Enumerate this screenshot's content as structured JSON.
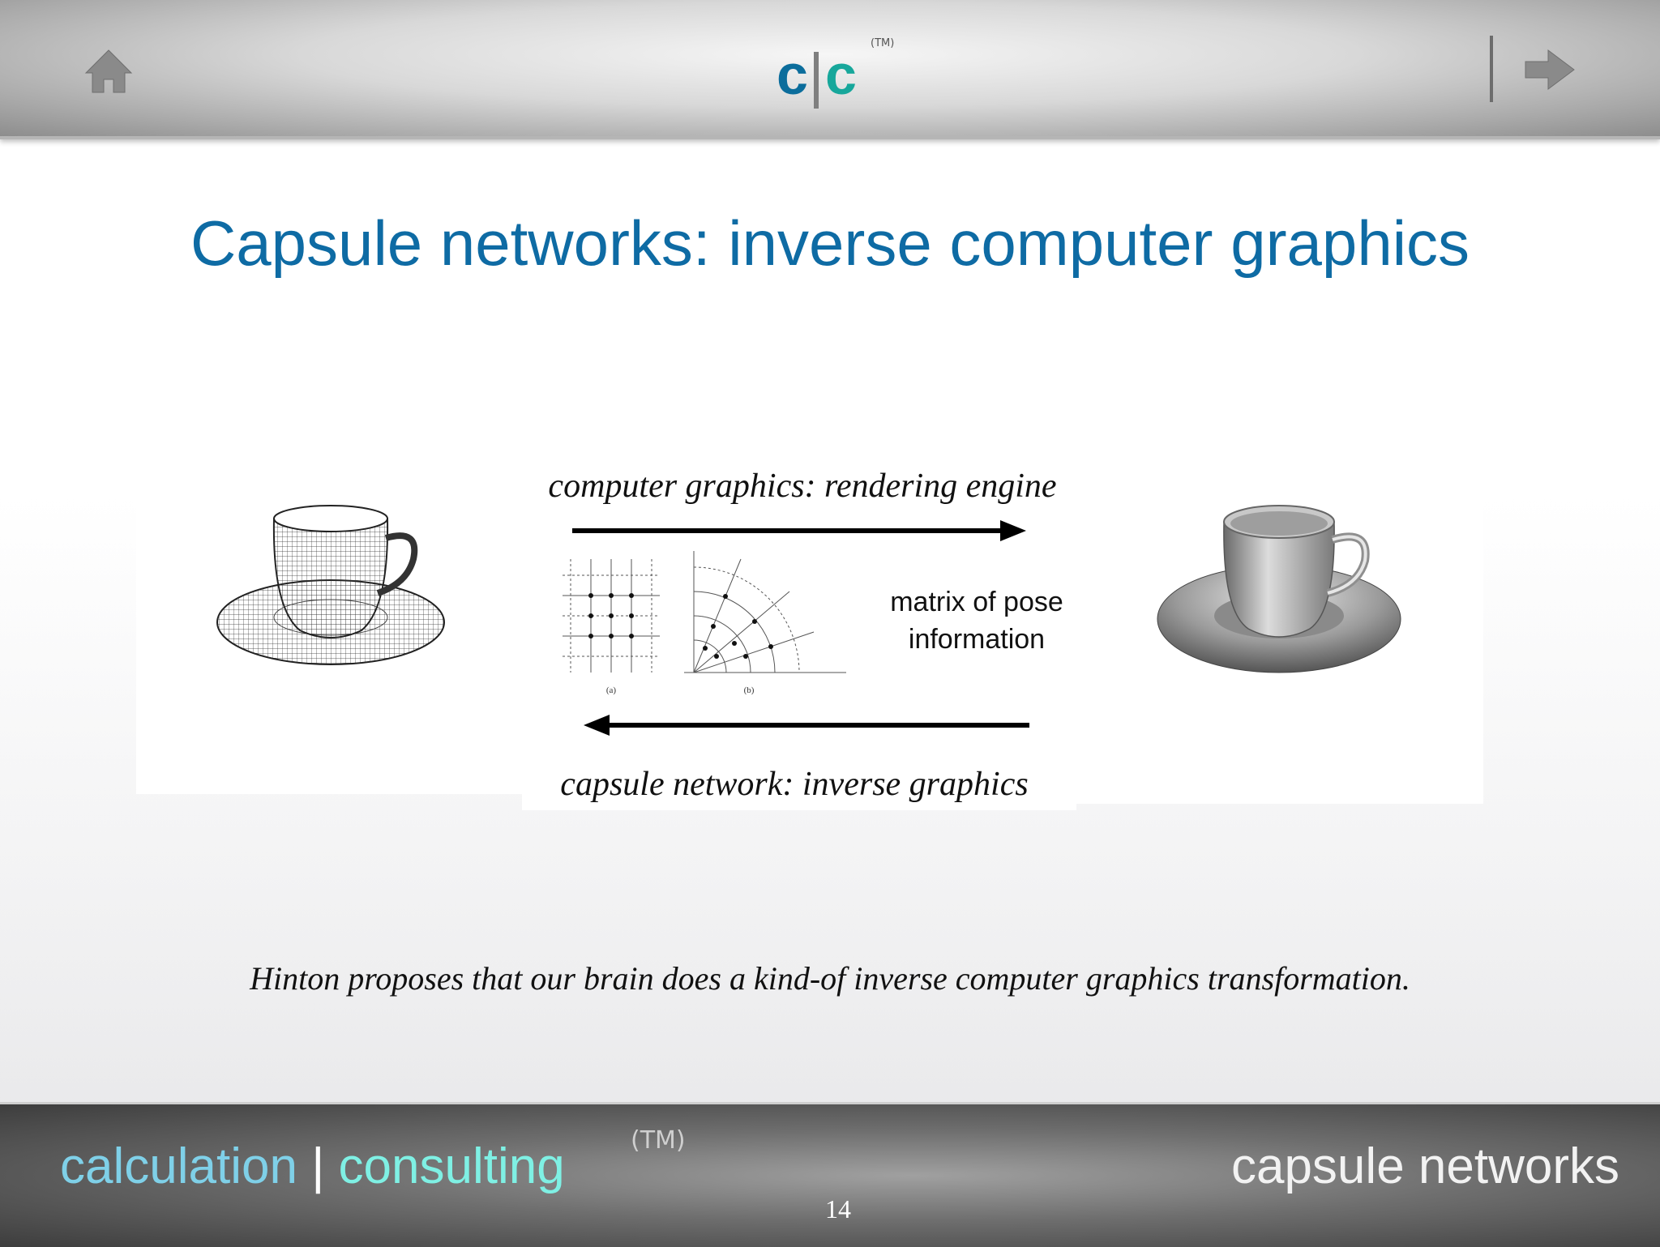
{
  "header": {
    "logo_left": "c",
    "logo_right": "c",
    "logo_tm": "(TM)"
  },
  "slide": {
    "title": "Capsule networks: inverse computer graphics",
    "label_top": "computer graphics: rendering engine",
    "label_bottom": "capsule network: inverse graphics",
    "matrix_label_line1": "matrix of pose",
    "matrix_label_line2": "information",
    "caption": "Hinton proposes that our brain does a kind-of inverse computer graphics transformation.",
    "diagram_labels": {
      "a": "(a)",
      "b": "(b)"
    }
  },
  "footer": {
    "brand_part1": "calculation",
    "brand_sep": "|",
    "brand_part2": "consulting",
    "brand_tm": "(TM)",
    "topic": "capsule networks",
    "page_number": "14"
  },
  "colors": {
    "title": "#0e6ba4",
    "logo_left": "#0b6d9c",
    "logo_right": "#17a79b",
    "footer_calc": "#7fd0e8",
    "footer_consulting": "#7ff0e4"
  },
  "icons": {
    "home": "home-icon",
    "next": "arrow-right-icon"
  }
}
